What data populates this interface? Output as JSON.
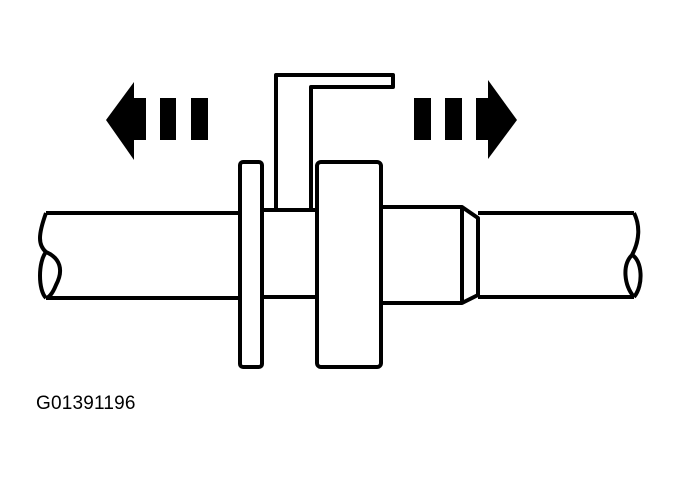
{
  "figure": {
    "id_label": "G01391196",
    "description": "Shaft with collar and hook-shaped tool; dashed arrows indicate outward axial movement in both directions",
    "colors": {
      "line": "#000000",
      "background": "#ffffff"
    }
  },
  "arrows": [
    {
      "name": "left-arrow",
      "direction": "left"
    },
    {
      "name": "right-arrow",
      "direction": "right"
    }
  ]
}
